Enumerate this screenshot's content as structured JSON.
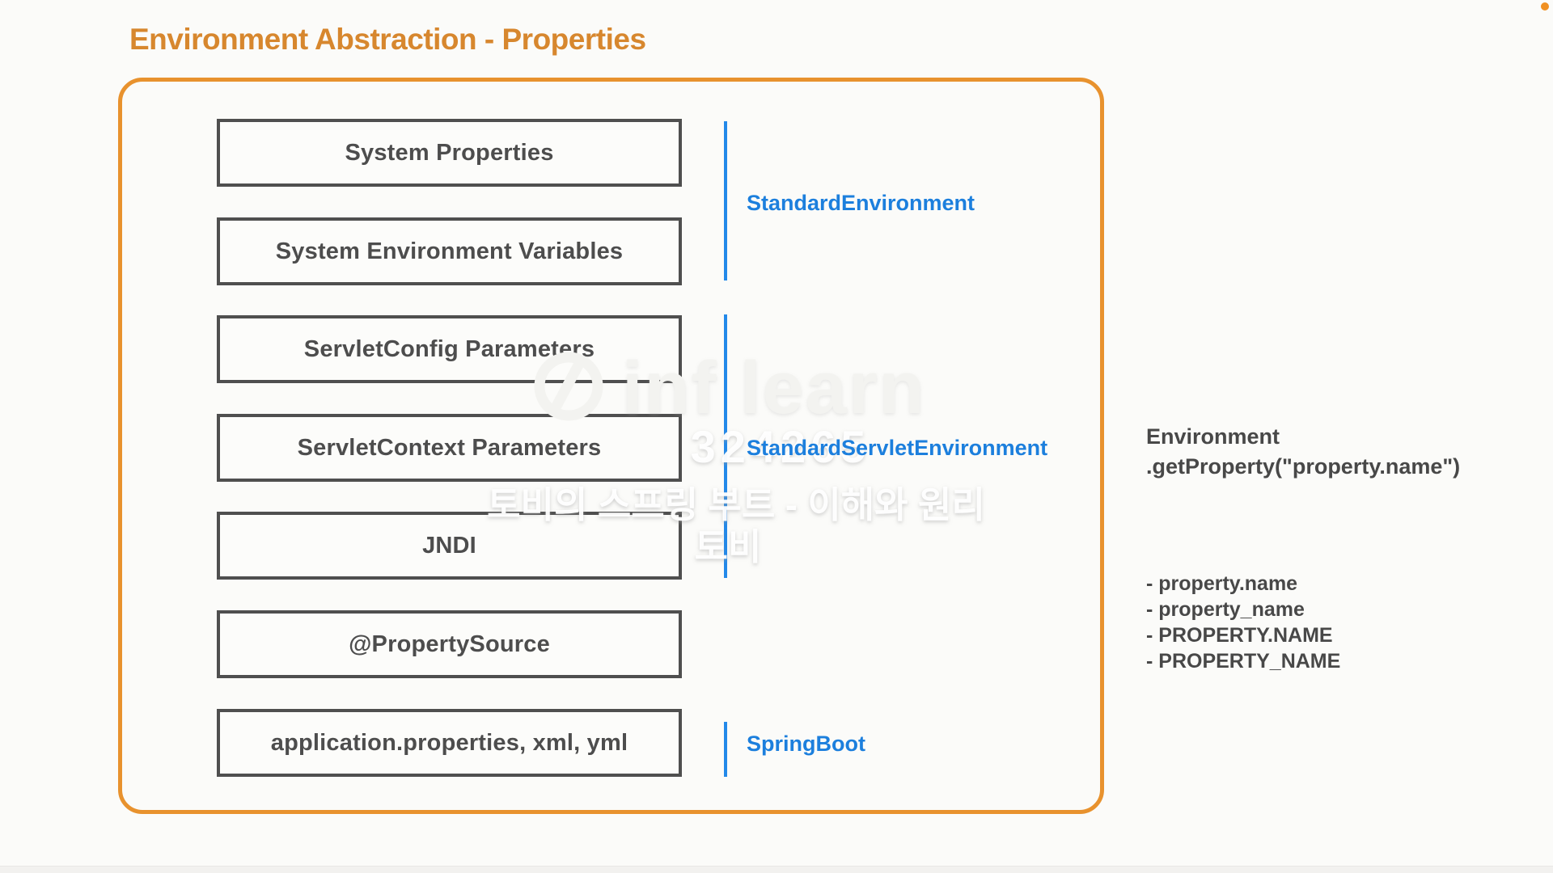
{
  "title": "Environment Abstraction - Properties",
  "colors": {
    "accent_orange": "#E8922E",
    "title_orange": "#D7872E",
    "box_border_gray": "#4F4F4F",
    "group_blue": "#1C7FDD",
    "text_dark": "#484848"
  },
  "diagram": {
    "boxes": [
      {
        "label": "System Properties"
      },
      {
        "label": "System Environment Variables"
      },
      {
        "label": "ServletConfig Parameters"
      },
      {
        "label": "ServletContext Parameters"
      },
      {
        "label": "JNDI"
      },
      {
        "label": "@PropertySource"
      },
      {
        "label": "application.properties, xml, yml"
      }
    ],
    "groups": [
      {
        "label": "StandardEnvironment",
        "covers": "System Properties, System Environment Variables"
      },
      {
        "label": "StandardServletEnvironment",
        "covers": "ServletConfig Parameters, ServletContext Parameters, JNDI"
      },
      {
        "label": "SpringBoot",
        "covers": "application.properties, xml, yml"
      }
    ]
  },
  "side_panel": {
    "code_line1": "Environment",
    "code_line2": ".getProperty(\"property.name\")",
    "hints": [
      "- property.name",
      "- property_name",
      "- PROPERTY.NAME",
      "- PROPERTY_NAME"
    ]
  },
  "watermark": {
    "logo_text": "inf learn",
    "number": "324265",
    "course": "토비의 스프링 부트 - 이해와 원리",
    "author": "토비"
  }
}
